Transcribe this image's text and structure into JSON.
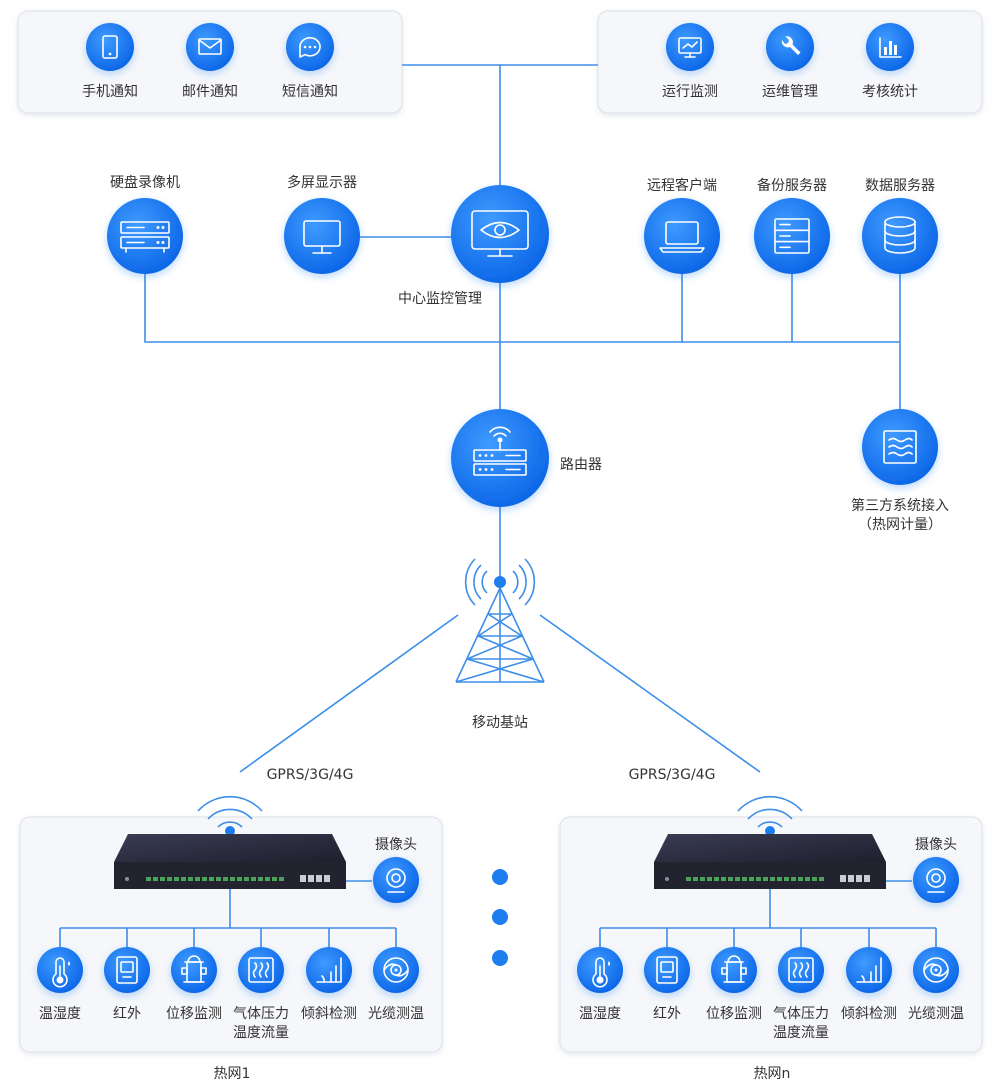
{
  "notifications": {
    "items": [
      {
        "label": "手机通知",
        "icon": "phone-icon"
      },
      {
        "label": "邮件通知",
        "icon": "mail-icon"
      },
      {
        "label": "短信通知",
        "icon": "sms-icon"
      }
    ]
  },
  "operations": {
    "items": [
      {
        "label": "运行监测",
        "icon": "monitor-chart-icon"
      },
      {
        "label": "运维管理",
        "icon": "wrench-icon"
      },
      {
        "label": "考核统计",
        "icon": "bar-chart-icon"
      }
    ]
  },
  "center": {
    "dvr": "硬盘录像机",
    "multi_screen": "多屏显示器",
    "central": "中心监控管理",
    "remote_client": "远程客户端",
    "backup_server": "备份服务器",
    "data_server": "数据服务器"
  },
  "router": "路由器",
  "third_party": {
    "line1": "第三方系统接入",
    "line2": "（热网计量）"
  },
  "base_station": "移动基站",
  "links": {
    "left": "GPRS/3G/4G",
    "right": "GPRS/3G/4G"
  },
  "sites": [
    {
      "name": "热网1",
      "camera": "摄像头",
      "sensors": [
        {
          "label": "温湿度",
          "icon": "thermometer-icon"
        },
        {
          "label": "红外",
          "icon": "infrared-icon"
        },
        {
          "label": "位移监测",
          "icon": "hydrant-icon"
        },
        {
          "label": "气体压力",
          "label2": "温度流量",
          "icon": "heat-icon"
        },
        {
          "label": "倾斜检测",
          "icon": "tilt-icon"
        },
        {
          "label": "光缆测温",
          "icon": "cable-icon"
        }
      ]
    },
    {
      "name": "热网n",
      "camera": "摄像头",
      "sensors": [
        {
          "label": "温湿度",
          "icon": "thermometer-icon"
        },
        {
          "label": "红外",
          "icon": "infrared-icon"
        },
        {
          "label": "位移监测",
          "icon": "hydrant-icon"
        },
        {
          "label": "气体压力",
          "label2": "温度流量",
          "icon": "heat-icon"
        },
        {
          "label": "倾斜检测",
          "icon": "tilt-icon"
        },
        {
          "label": "光缆测温",
          "icon": "cable-icon"
        }
      ]
    }
  ],
  "colors": {
    "accent": "#1e7ef0",
    "line": "#3d8ee8",
    "device": "#2a2b3d"
  }
}
